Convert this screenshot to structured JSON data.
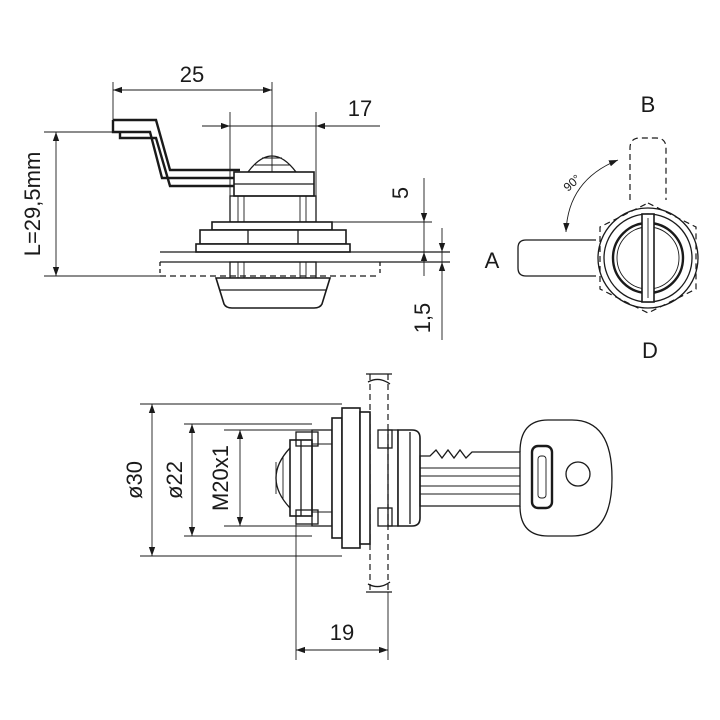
{
  "dimensions": {
    "cam_offset": "25",
    "body_width": "17",
    "washer_height": "5",
    "panel_thickness": "1,5",
    "length": "L=29,5mm",
    "outer_diameter": "ø30",
    "inner_diameter": "ø22",
    "thread": "M20x1",
    "depth": "19",
    "rotation_angle": "90°"
  },
  "positions": {
    "a": "A",
    "b": "B",
    "d": "D"
  }
}
